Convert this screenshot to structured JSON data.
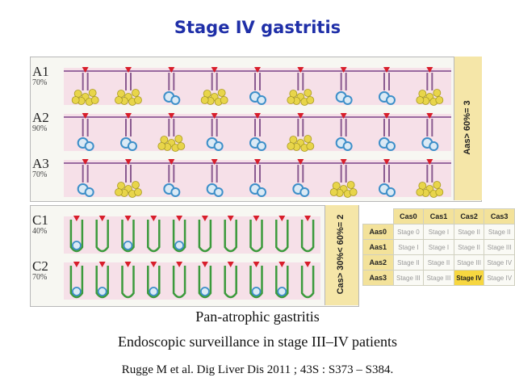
{
  "title": "Stage IV gastritis",
  "panel_a": {
    "rows": [
      {
        "name": "A1",
        "pct": "70%"
      },
      {
        "name": "A2",
        "pct": "90%"
      },
      {
        "name": "A3",
        "pct": "70%"
      }
    ],
    "side_label": "Aas> 60%= 3"
  },
  "panel_c": {
    "rows": [
      {
        "name": "C1",
        "pct": "40%"
      },
      {
        "name": "C2",
        "pct": "70%"
      }
    ],
    "side_label": "Cas> 30%< 60%= 2"
  },
  "table": {
    "col_headers": [
      "Cas0",
      "Cas1",
      "Cas2",
      "Cas3"
    ],
    "rows": [
      {
        "header": "Aas0",
        "cells": [
          "Stage 0",
          "Stage I",
          "Stage II",
          "Stage II"
        ]
      },
      {
        "header": "Aas1",
        "cells": [
          "Stage I",
          "Stage I",
          "Stage II",
          "Stage III"
        ]
      },
      {
        "header": "Aas2",
        "cells": [
          "Stage II",
          "Stage II",
          "Stage III",
          "Stage IV"
        ]
      },
      {
        "header": "Aas3",
        "cells": [
          "Stage III",
          "Stage III",
          "Stage IV",
          "Stage IV"
        ]
      }
    ],
    "highlight": "Stage IV"
  },
  "caption": {
    "line1": "Pan-atrophic gastritis",
    "line2": "Endoscopic surveillance in stage III–IV patients",
    "citation": "Rugge M et al. Dig Liver Dis 2011 ; 43S : S373 – S384."
  },
  "colors": {
    "title": "#1f2fa8",
    "band": "#f5cde0",
    "gland_yellow": "#e8d54a",
    "gland_blue": "#3d8fc9",
    "gland_green": "#3c9a3c",
    "marker": "#d81e2b",
    "highlight": "#f7d740"
  }
}
